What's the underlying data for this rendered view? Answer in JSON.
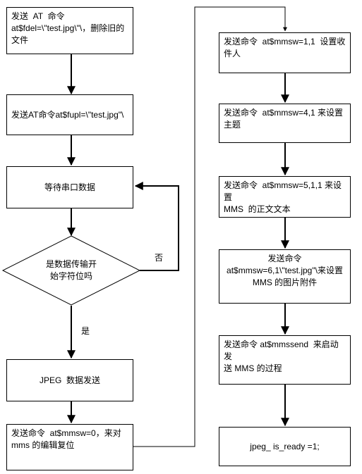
{
  "left": {
    "b1": "发送  AT  命令\nat$fdel=\\\"test.jpg\\\"\\，删除旧的\n文件",
    "b2": "发送AT命令at$fupl=\\\"test.jpg\"\\",
    "b3": "等待串口数据",
    "decision": "是数据传输开\n始字符位吗",
    "b4": "JPEG  数据发送",
    "b5": "发送命令  at$mmsw=0，来对\nmms 的编辑复位",
    "yes_label": "是",
    "no_label": "否"
  },
  "right": {
    "r1": "发送命令  at$mmsw=1,1  设置收\n件人",
    "r2": "发送命令  at$mmsw=4,1 来设置\n主题",
    "r3": "发送命令  at$mmsw=5,1,1 来设置\nMMS  的正文文本",
    "r4": "发送命令\nat$mmsw=6,1\\\"test.jpg\"\\来设置\nMMS 的图片附件",
    "r5": "发送命令 at$mmssend  来启动发\n送 MMS 的过程",
    "r6": "jpeg_ is_ready =1;"
  }
}
